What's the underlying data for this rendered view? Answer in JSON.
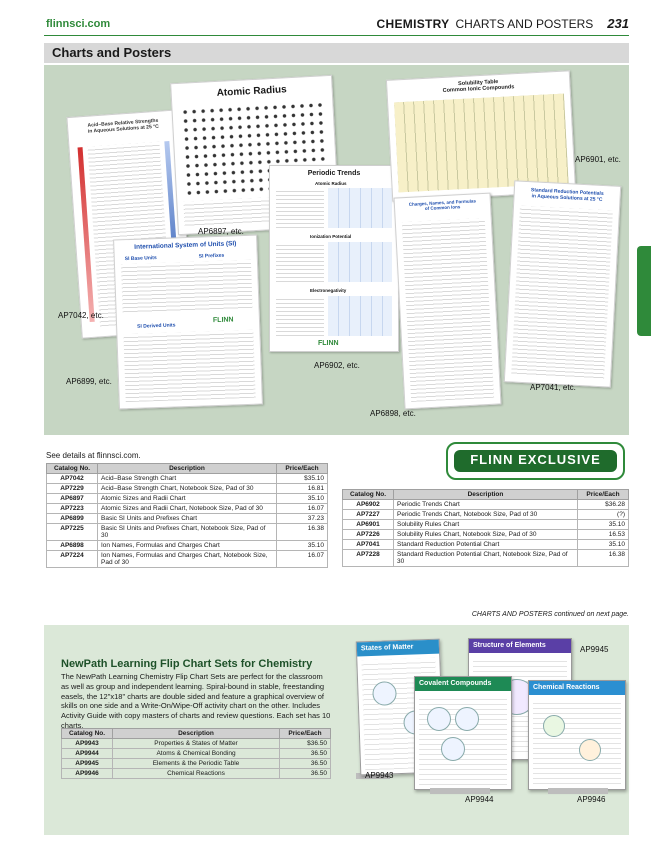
{
  "header": {
    "site": "flinnsci.com",
    "category_bold": "CHEMISTRY",
    "category": "CHARTS AND POSTERS",
    "page": "231"
  },
  "section_title": "Charts and Posters",
  "posters": {
    "acid_base": {
      "title": "Acid–Base Relative Strengths\nin Aqueous Solutions at 25 °C",
      "label": "AP7042, etc."
    },
    "atomic_radius": {
      "title": "Atomic Radius",
      "label": "AP6897, etc."
    },
    "si_units": {
      "title": "International System of Units (SI)",
      "sub1": "SI Base Units",
      "sub2": "SI Prefixes",
      "sub3": "SI Derived Units",
      "logo": "FLINN",
      "label": "AP6899, etc."
    },
    "periodic_trends": {
      "title": "Periodic Trends",
      "s1": "Atomic Radius",
      "s2": "Ionization Potential",
      "s3": "Electronegativity",
      "logo": "FLINN",
      "label": "AP6902, etc."
    },
    "solubility": {
      "title": "Solubility Table\nCommon Ionic Compounds",
      "label": "AP6901, etc."
    },
    "ions": {
      "title": "Charges, Names, and Formulas\nof Common Ions",
      "label": "AP6898, etc."
    },
    "reduction": {
      "title": "Standard Reduction Potentials\nin Aqueous Solutions at 25 °C",
      "label": "AP7041, etc."
    }
  },
  "see_details": "See details at flinnsci.com.",
  "table_headers": [
    "Catalog No.",
    "Description",
    "Price/Each"
  ],
  "table_left": [
    {
      "cat": "AP7042",
      "desc": "Acid–Base Strength Chart",
      "price": "$35.10"
    },
    {
      "cat": "AP7229",
      "desc": "Acid–Base Strength Chart, Notebook Size, Pad of 30",
      "price": "16.81"
    },
    {
      "cat": "AP6897",
      "desc": "Atomic Sizes and Radii Chart",
      "price": "35.10"
    },
    {
      "cat": "AP7223",
      "desc": "Atomic Sizes and Radii Chart, Notebook Size, Pad of 30",
      "price": "16.07"
    },
    {
      "cat": "AP6899",
      "desc": "Basic SI Units and Prefixes Chart",
      "price": "37.23"
    },
    {
      "cat": "AP7225",
      "desc": "Basic SI Units and Prefixes Chart, Notebook Size, Pad of 30",
      "price": "16.38"
    },
    {
      "cat": "AP6898",
      "desc": "Ion Names, Formulas and Charges Chart",
      "price": "35.10"
    },
    {
      "cat": "AP7224",
      "desc": "Ion Names, Formulas and Charges Chart, Notebook Size, Pad of 30",
      "price": "16.07"
    }
  ],
  "flinn_exclusive": "FLINN EXCLUSIVE",
  "table_right": [
    {
      "cat": "AP6902",
      "desc": "Periodic Trends Chart",
      "price": "$36.28"
    },
    {
      "cat": "AP7227",
      "desc": "Periodic Trends Chart, Notebook Size, Pad of 30",
      "price": "(?)"
    },
    {
      "cat": "AP6901",
      "desc": "Solubility Rules Chart",
      "price": "35.10"
    },
    {
      "cat": "AP7226",
      "desc": "Solubility Rules Chart, Notebook Size, Pad of 30",
      "price": "16.53"
    },
    {
      "cat": "AP7041",
      "desc": "Standard Reduction Potential Chart",
      "price": "35.10"
    },
    {
      "cat": "AP7228",
      "desc": "Standard Reduction Potential Chart, Notebook Size, Pad of 30",
      "price": "16.38"
    }
  ],
  "continued": "CHARTS AND POSTERS continued on next page.",
  "newpath": {
    "title": "NewPath Learning Flip Chart Sets for Chemistry",
    "description": "The NewPath Learning Chemistry Flip Chart Sets are perfect for the classroom as well as group and independent learning. Spiral-bound in stable, freestanding easels, the 12\"x18\" charts are double sided and feature a graphical overview of skills on one side and a Write-On/Wipe-Off activity chart on the other. Includes Activity Guide with copy masters of charts and review questions. Each set has 10 charts.",
    "rows": [
      {
        "cat": "AP9943",
        "desc": "Properties & States of Matter",
        "price": "$36.50"
      },
      {
        "cat": "AP9944",
        "desc": "Atoms & Chemical Bonding",
        "price": "36.50"
      },
      {
        "cat": "AP9945",
        "desc": "Elements & the Periodic Table",
        "price": "36.50"
      },
      {
        "cat": "AP9946",
        "desc": "Chemical Reactions",
        "price": "36.50"
      }
    ],
    "flips": [
      {
        "title": "States of Matter",
        "label": "AP9943",
        "color": "#2a8fc9"
      },
      {
        "title": "Structure of Elements",
        "label": "AP9945",
        "color": "#5a3fa6"
      },
      {
        "title": "Covalent Compounds",
        "label": "AP9944",
        "color": "#1e8a55"
      },
      {
        "title": "Chemical Reactions",
        "label": "AP9946",
        "color": "#2b8fd1"
      }
    ]
  }
}
